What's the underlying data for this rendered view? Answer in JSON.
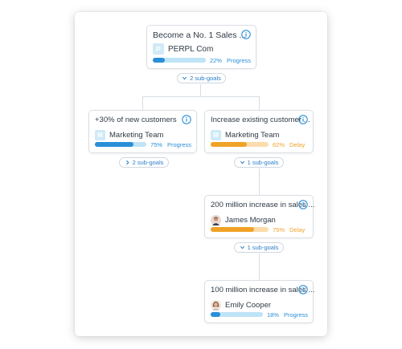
{
  "colors": {
    "accent_blue": "#2a8fd8",
    "track_blue": "#bfe3f7",
    "accent_orange": "#f0a227",
    "track_orange": "#fbdcaa",
    "progress_text": "#2a8fd8",
    "delay_text": "#f0a227"
  },
  "root": {
    "title": "Become a No. 1 Sales ...",
    "owner_initial": "P",
    "owner_name": "PERPL Com",
    "percent_label": "22%",
    "percent_value": 22,
    "status": "Progress",
    "subgoals_label": "2 sub-goals"
  },
  "left": {
    "title": "+30% of new customers",
    "owner_initial": "M",
    "owner_name": "Marketing Team",
    "percent_label": "75%",
    "percent_value": 75,
    "status": "Progress",
    "subgoals_label": "2 sub-goals"
  },
  "right": {
    "title": "Increase existing customer ...",
    "owner_initial": "M",
    "owner_name": "Marketing Team",
    "percent_label": "62%",
    "percent_value": 62,
    "status": "Delay",
    "subgoals_label": "1 sub-goals"
  },
  "child1": {
    "title": "200 million increase in sales ...",
    "owner_name": "James Morgan",
    "percent_label": "75%",
    "percent_value": 75,
    "status": "Delay",
    "subgoals_label": "1 sub-goals"
  },
  "child2": {
    "title": "100 million increase in sales ...",
    "owner_name": "Emily Cooper",
    "percent_label": "18%",
    "percent_value": 18,
    "status": "Progress"
  },
  "icons": {
    "info": "info-icon",
    "chevron_down": "chevron-down-icon",
    "chevron_right": "chevron-right-icon"
  }
}
